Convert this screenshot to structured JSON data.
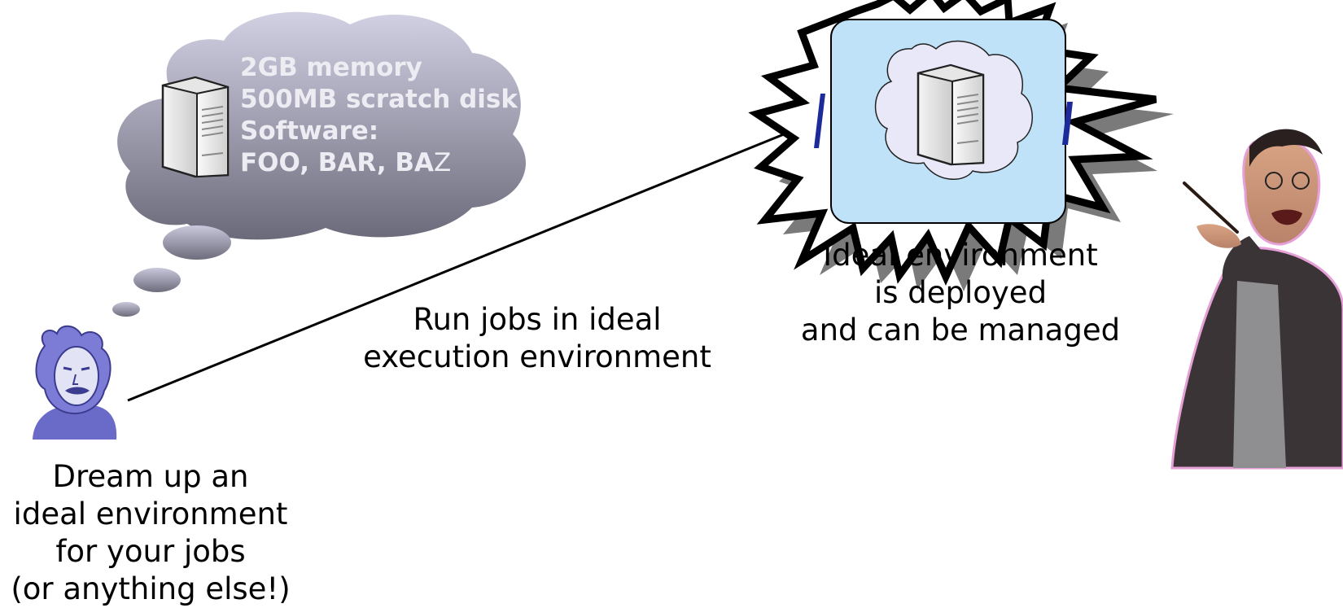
{
  "thought_bubble": {
    "lines": [
      "2GB memory",
      "500MB scratch disk",
      "Software:"
    ],
    "software_list_bold": "FOO, BAR, BA",
    "software_list_tail": "Z"
  },
  "captions": {
    "arrow_label": [
      "Run jobs in ideal",
      "execution environment"
    ],
    "deploy_label": [
      "Ideal environment",
      "is deployed",
      "and can be managed"
    ],
    "dream_label": [
      "Dream up an",
      "ideal environment",
      "for your jobs",
      "(or anything else!)"
    ]
  },
  "colors": {
    "cloud_top": "#cdcce0",
    "cloud_bottom": "#6d6c7c",
    "panel_fill": "#bfe2f8",
    "inner_cloud_fill": "#e8e8f8",
    "figure_purple": "#6a6ac8"
  },
  "icons": [
    "server-icon",
    "server-icon",
    "scientist-figure",
    "wizard-figure",
    "explosion-burst"
  ]
}
